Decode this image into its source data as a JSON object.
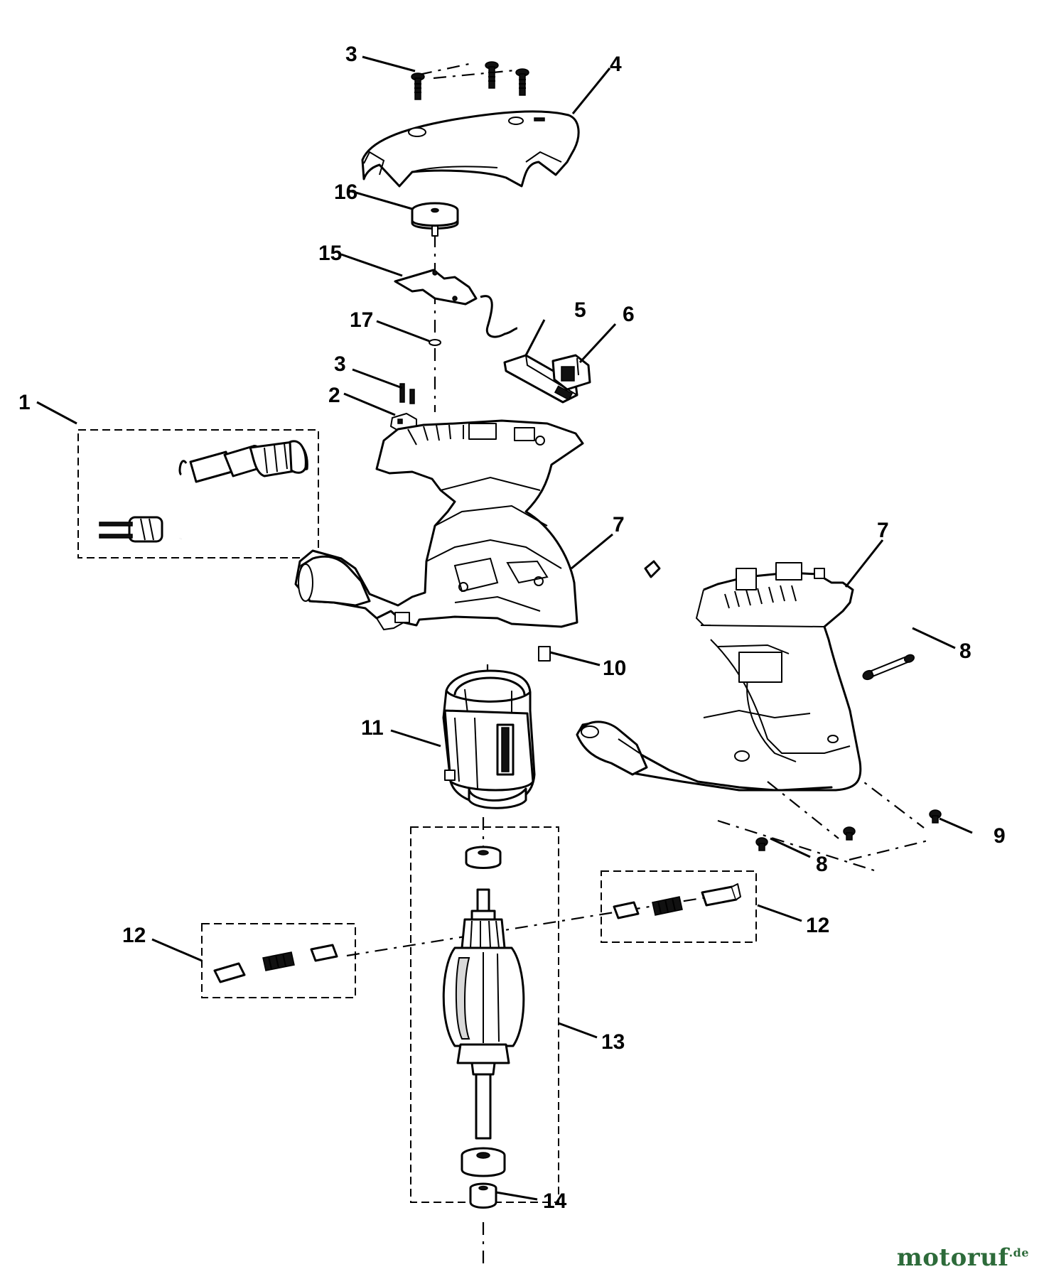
{
  "callouts": {
    "c1": "1",
    "c2": "2",
    "c3a": "3",
    "c3b": "3",
    "c4": "4",
    "c5": "5",
    "c6": "6",
    "c7a": "7",
    "c7b": "7",
    "c8a": "8",
    "c8b": "8",
    "c9": "9",
    "c10": "10",
    "c11": "11",
    "c12a": "12",
    "c12b": "12",
    "c13": "13",
    "c14": "14",
    "c15": "15",
    "c16": "16",
    "c17": "17"
  },
  "watermark": {
    "brand": "motoruf",
    "tld": ".de"
  }
}
